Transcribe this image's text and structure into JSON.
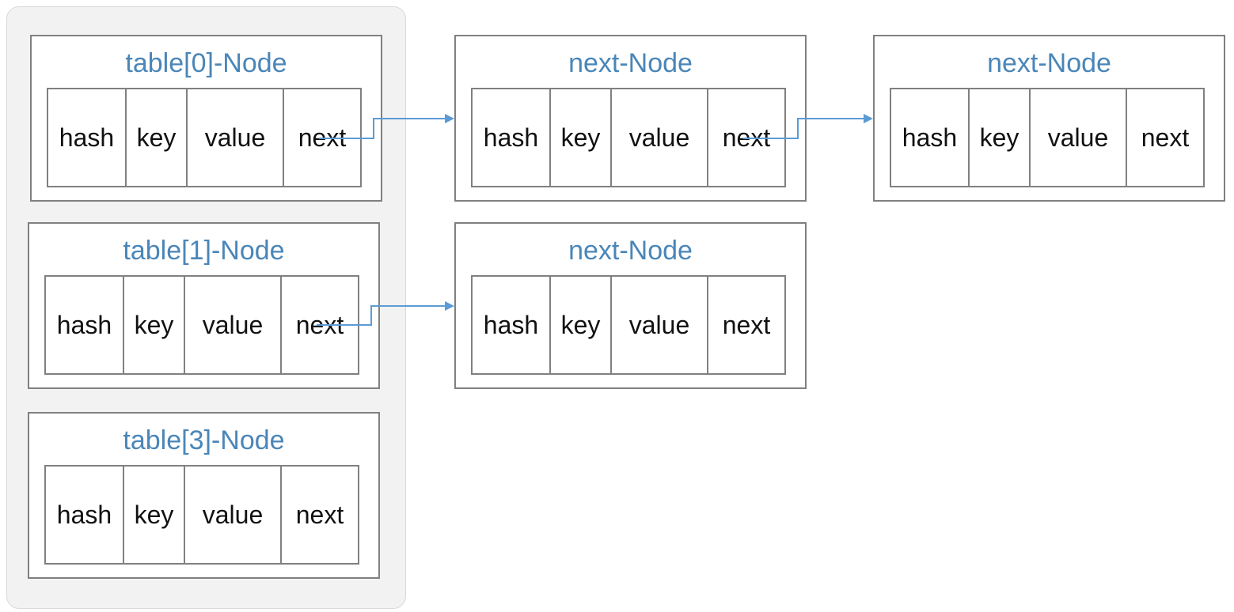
{
  "field_labels": {
    "hash": "hash",
    "key": "key",
    "value": "value",
    "next": "next"
  },
  "nodes": [
    {
      "id": "table0",
      "title": "table[0]-Node"
    },
    {
      "id": "table1",
      "title": "table[1]-Node"
    },
    {
      "id": "table3",
      "title": "table[3]-Node"
    },
    {
      "id": "next-a",
      "title": "next-Node"
    },
    {
      "id": "next-b",
      "title": "next-Node"
    },
    {
      "id": "next-c",
      "title": "next-Node"
    }
  ],
  "colors": {
    "title": "#4a86b8",
    "arrow": "#5b9bd5",
    "border": "#808080",
    "panel": "#f2f2f2"
  },
  "edges": [
    {
      "from": "table0",
      "to": "next-a"
    },
    {
      "from": "next-a",
      "to": "next-b"
    },
    {
      "from": "table1",
      "to": "next-c"
    }
  ]
}
